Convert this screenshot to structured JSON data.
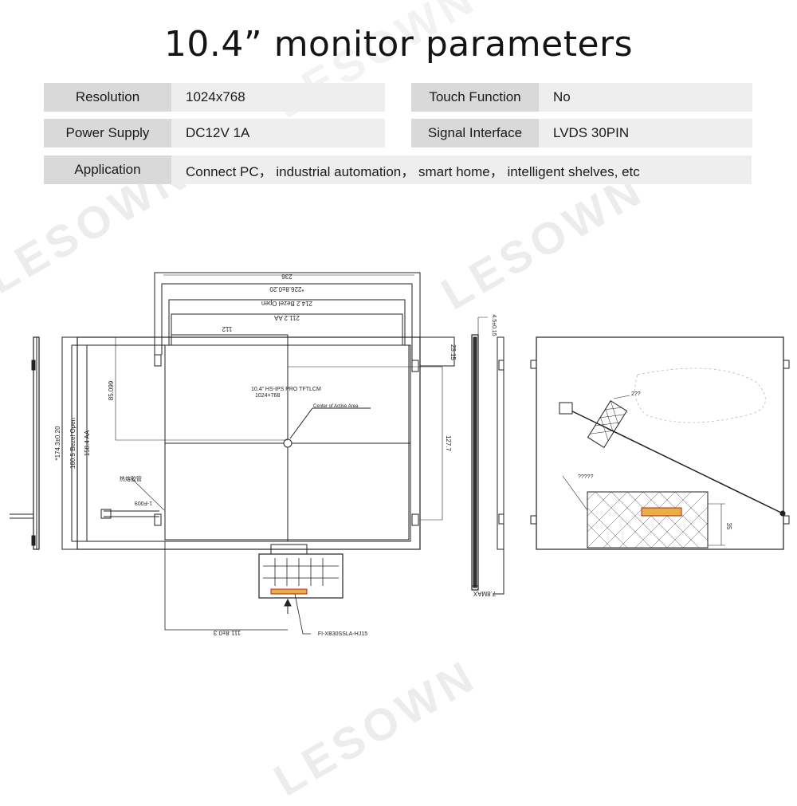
{
  "title": "10.4” monitor parameters",
  "specs": {
    "resolution": {
      "label": "Resolution",
      "value": "1024x768"
    },
    "touch": {
      "label": "Touch Function",
      "value": "No"
    },
    "power": {
      "label": "Power Supply",
      "value": "DC12V 1A"
    },
    "signal": {
      "label": "Signal Interface",
      "value": "LVDS 30PIN"
    },
    "application": {
      "label": "Application",
      "value": "Connect PC， industrial automation， smart home， intelligent shelves, etc"
    }
  },
  "watermark": "LESOWN",
  "drawing": {
    "dim_236": "236",
    "dim_226": "*226.8±0.20",
    "dim_bezel_w": "214.2 Bezel Open",
    "dim_aa_w": "211.2 AA",
    "dim_112": "112",
    "dim_height": "*174.3±0.20",
    "dim_bezel_h": "160.5 Bezel Open",
    "dim_aa_h": "158.4 AA",
    "dim_85": "85.099",
    "dim_127": "127.7",
    "dim_23": "23.15",
    "dim_111": "111.8±0.3",
    "dim_thick": "7.8MAX",
    "dim_45": "4.5±0.15",
    "dim_35": "35",
    "panel_text_1": "10.4” HS-IPS PRO TFTLCM",
    "panel_text_2": "1024×768",
    "center_label": "Center of Active Area",
    "connector_label": "FI-XB30SSLA-HJ15",
    "cable_label": "1-F009",
    "chinese_label": "热熔胶管",
    "back_label_1": "2??",
    "back_label_2": "?????"
  }
}
